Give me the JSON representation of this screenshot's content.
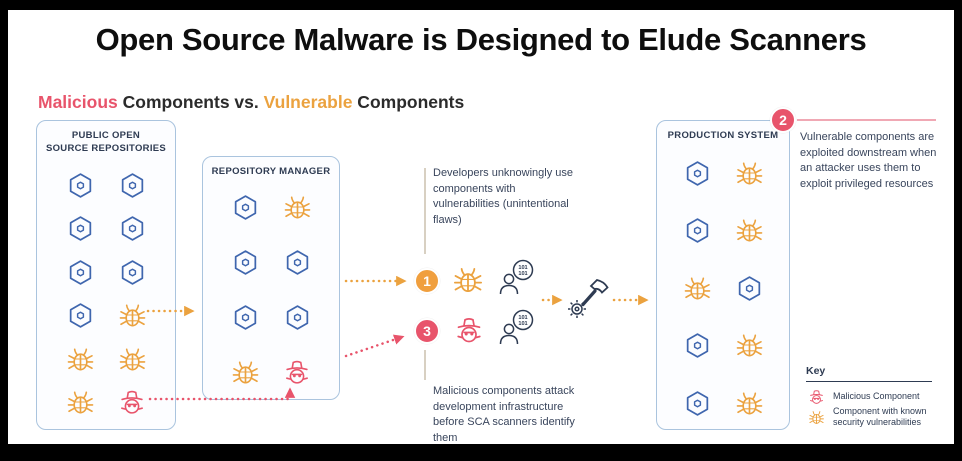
{
  "title": "Open Source Malware is Designed to Elude Scanners",
  "subtitle": {
    "parts": [
      "Malicious",
      " Components vs. ",
      "Vulnerable",
      " Components"
    ]
  },
  "colors": {
    "malicious": "#e8546b",
    "vulnerable": "#eba23f",
    "component_blue": "#3f66ae",
    "navy_text": "#2e3b52",
    "box_border": "#aac4de",
    "frame": "#000000"
  },
  "boxes": {
    "repositories": {
      "title_line1": "PUBLIC OPEN",
      "title_line2": "SOURCE REPOSITORIES",
      "icons": [
        [
          "component",
          "component"
        ],
        [
          "component",
          "component"
        ],
        [
          "component",
          "component"
        ],
        [
          "component",
          "vulnerable"
        ],
        [
          "vulnerable",
          "vulnerable"
        ],
        [
          "vulnerable",
          "malicious"
        ]
      ]
    },
    "repo_manager": {
      "title": "REPOSITORY MANAGER",
      "icons": [
        [
          "component",
          "vulnerable"
        ],
        [
          "component",
          "component"
        ],
        [
          "component",
          "component"
        ],
        [
          "vulnerable",
          "malicious"
        ]
      ]
    },
    "production": {
      "title": "PRODUCTION SYSTEM",
      "icons": [
        [
          "component",
          "vulnerable"
        ],
        [
          "component",
          "vulnerable"
        ],
        [
          "vulnerable",
          "component"
        ],
        [
          "component",
          "vulnerable"
        ],
        [
          "component",
          "vulnerable"
        ]
      ]
    }
  },
  "steps": {
    "step1": {
      "number": "1",
      "text": "Developers unknowingly use components with vulnerabilities (unintentional flaws)"
    },
    "step2": {
      "number": "2",
      "text": "Vulnerable components are exploited downstream when an attacker uses them to exploit privileged resources"
    },
    "step3": {
      "number": "3",
      "text": "Malicious components attack development infrastructure before SCA scanners identify them"
    }
  },
  "key": {
    "title": "Key",
    "items": [
      {
        "icon": "malicious-icon",
        "label": "Malicious Component"
      },
      {
        "icon": "vulnerable-bug-icon",
        "label": "Component with known security vulnerabilities"
      }
    ]
  },
  "icons": {
    "developer_badge": "101"
  }
}
